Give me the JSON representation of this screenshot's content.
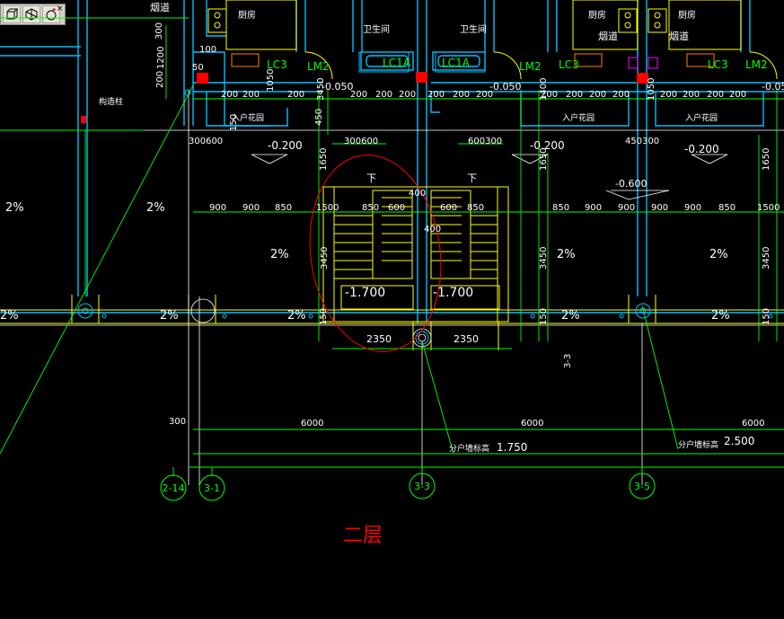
{
  "toolbar": {
    "close_glyph": "×"
  },
  "floor_title": "二层",
  "labels": {
    "kitchen": "厨房",
    "flue": "烟道",
    "bathroom": "卫生间",
    "entrance_platform": "入户花园",
    "pipe_note": "构造柱",
    "unit_elev_note": "分户墙标高",
    "down": "下",
    "grade": "2%",
    "section": "3-3"
  },
  "windows": [
    "LC3",
    "LC1A",
    "LC1A",
    "LC3",
    "LC3",
    "LM2",
    "LM2",
    "LM2"
  ],
  "elevations": {
    "e_neg0200": "-0.200",
    "e_neg0050": "-0.050",
    "e_neg0050b": "-0.050",
    "e_neg1700a": "-1.700",
    "e_neg1700b": "-1.700",
    "e_neg0600": "-0.600",
    "e_1750": "1.750",
    "e_2500": "2.500"
  },
  "dims": {
    "d300": "300",
    "d1200": "1200",
    "d200": "200",
    "d100": "100",
    "d50": "50",
    "d1050": "1050",
    "d1400": "1400",
    "d450": "450",
    "d150": "150",
    "d1650": "1650",
    "d900": "900",
    "d850": "850",
    "d1500": "1500",
    "d600": "600",
    "d400": "400",
    "d3450": "3450",
    "d2350": "2350",
    "d6000": "6000",
    "d300600": "300600",
    "d600300": "600300",
    "d450300": "450300"
  },
  "axes": [
    "2-14",
    "3-1",
    "3-3",
    "3-5"
  ],
  "colors": {
    "green": "#00ff00",
    "yellow": "#ffff00",
    "cyan": "#00c0ff",
    "white": "#ffffff",
    "red": "#ff0000",
    "magenta": "#ff00ff"
  }
}
